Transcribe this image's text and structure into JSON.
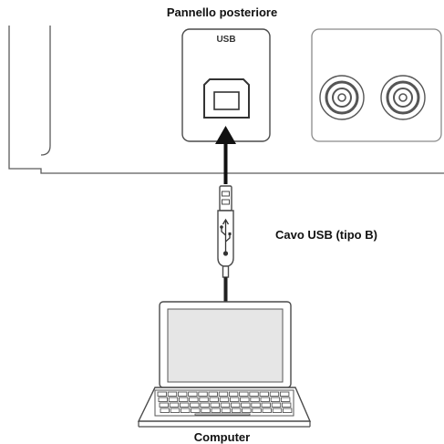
{
  "labels": {
    "rear_panel": "Pannello posteriore",
    "usb_port": "USB",
    "cable": "Cavo USB (tipo B)",
    "computer": "Computer"
  },
  "colors": {
    "line": "#4a4a4a",
    "panel_fill": "#ffffff",
    "screen_fill": "#e6e6e6",
    "arrow": "#111111"
  }
}
